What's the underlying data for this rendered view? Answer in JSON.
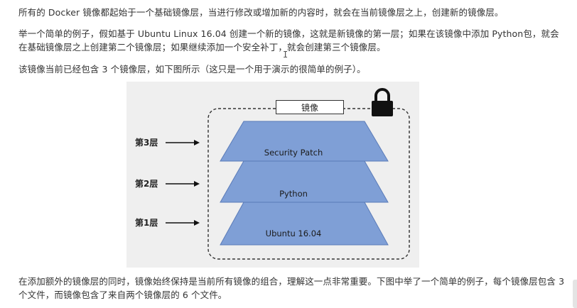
{
  "paragraphs": {
    "p1": "所有的 Docker 镜像都起始于一个基础镜像层，当进行修改或增加新的内容时，就会在当前镜像层之上，创建新的镜像层。",
    "p2": "举一个简单的例子，假如基于 Ubuntu Linux 16.04 创建一个新的镜像，这就是新镜像的第一层；如果在该镜像中添加 Python包，就会在基础镜像层之上创建第二个镜像层；如果继续添加一个安全补丁，就会创建第三个镜像层。",
    "p3": "该镜像当前已经包含 3 个镜像层，如下图所示（这只是一个用于演示的很简单的例子）。",
    "p4": "在添加额外的镜像层的同时，镜像始终保持是当前所有镜像的组合，理解这一点非常重要。下图中举了一个简单的例子，每个镜像层包含 3 个文件，而镜像包含了来自两个镜像层的 6 个文件。"
  },
  "figure": {
    "title": "镜像",
    "layer_labels": {
      "l3": "第3层",
      "l2": "第2层",
      "l1": "第1层"
    },
    "layers": {
      "l3": "Security Patch",
      "l2": "Python",
      "l1": "Ubuntu 16.04"
    },
    "icons": {
      "lock": "lock-icon",
      "arrow": "arrow-right-icon"
    },
    "colors": {
      "layer_fill": "#7f9fd6",
      "layer_stroke": "#5a7bb8",
      "background": "#efefef"
    }
  },
  "cursor_glyph": "I"
}
